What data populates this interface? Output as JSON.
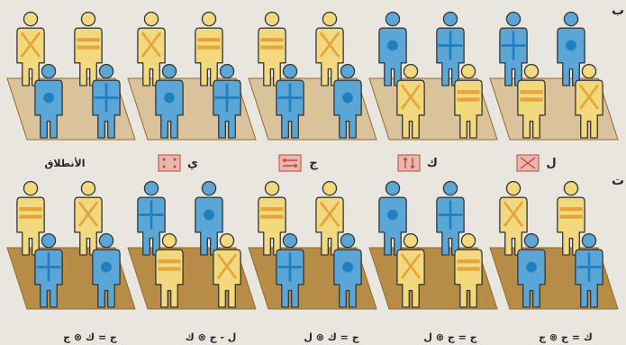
{
  "colors": {
    "page_bg": "#e9e6df",
    "board_light": "#dac39a",
    "board_dark": "#b78c47",
    "board_edge": "#8d6a34",
    "figure_yellow": "#f2d97e",
    "figure_blue": "#5aa7d7",
    "figure_outline": "#3a3a3a",
    "mark_yellow": "#e6a53a",
    "mark_blue": "#1f7fbf",
    "icon_box": "#e9b7ad",
    "icon_arrow": "#c2463a"
  },
  "row_labels": {
    "top": "ب",
    "bottom": "ت"
  },
  "top_row": [
    {
      "caption": "الأنطلاق",
      "icon": "none"
    },
    {
      "caption": "ي",
      "icon": "dots-four-icon"
    },
    {
      "caption": "ج",
      "icon": "horizontal-arrows-icon"
    },
    {
      "caption": "ك",
      "icon": "vertical-arrows-icon"
    },
    {
      "caption": "ل",
      "icon": "diagonal-arrows-icon"
    }
  ],
  "bottom_row": [
    {
      "caption": "ج = ك ⊗ ج"
    },
    {
      "caption": "ل - ج ⊗ ك"
    },
    {
      "caption": "ج = ك ⊗ ل"
    },
    {
      "caption": "ج = ج ⊗ ل"
    },
    {
      "caption": "ك = ج ⊗ ج"
    }
  ]
}
